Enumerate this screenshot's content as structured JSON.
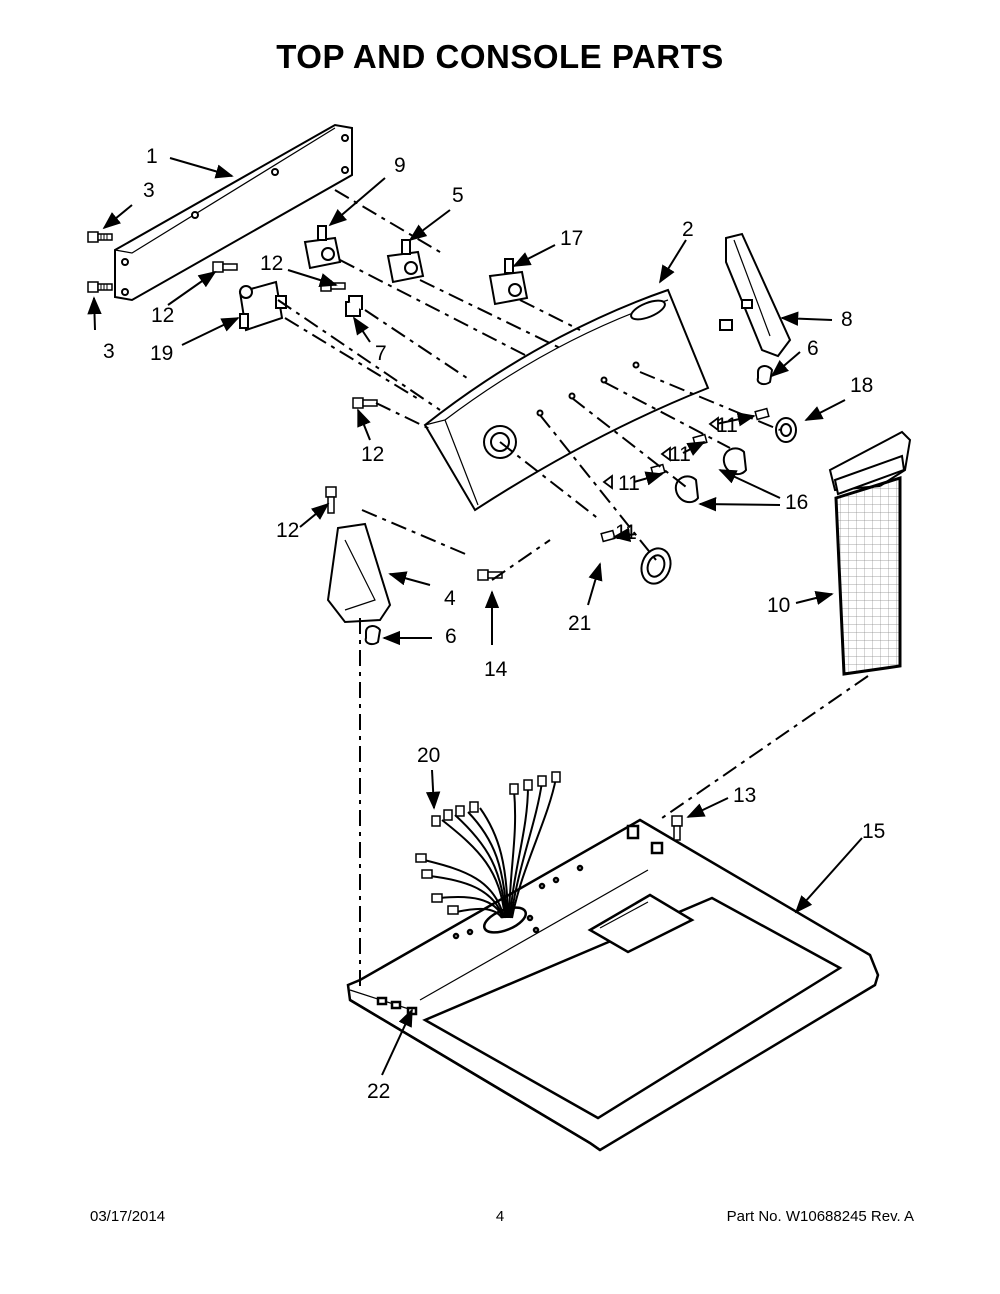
{
  "title": "TOP AND CONSOLE PARTS",
  "callouts": {
    "c1": "1",
    "c2": "2",
    "c3a": "3",
    "c3b": "3",
    "c4": "4",
    "c5": "5",
    "c6a": "6",
    "c6b": "6",
    "c7": "7",
    "c8": "8",
    "c9": "9",
    "c10": "10",
    "c11a": "11",
    "c11b": "11",
    "c11c": "11",
    "c11d": "11",
    "c12a": "12",
    "c12b": "12",
    "c12c": "12",
    "c12d": "12",
    "c13": "13",
    "c14": "14",
    "c15": "15",
    "c16": "16",
    "c17": "17",
    "c18": "18",
    "c19": "19",
    "c20": "20",
    "c21": "21",
    "c22": "22"
  },
  "footer": {
    "date": "03/17/2014",
    "page": "4",
    "part_no": "Part No.  W10688245  Rev.  A"
  }
}
